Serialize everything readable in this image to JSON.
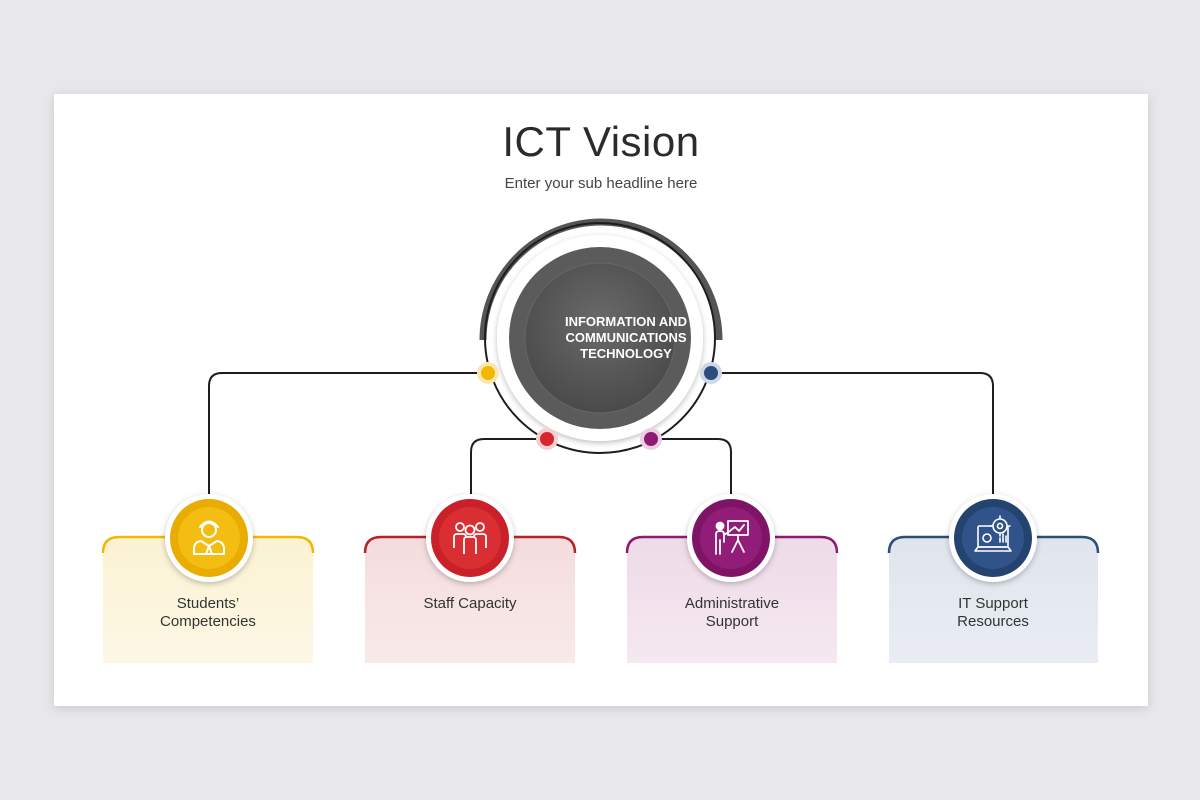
{
  "title": "ICT Vision",
  "subtitle": "Enter your sub headline here",
  "hub": {
    "label": "INFORMATION AND COMMUNICATIONS TECHNOLOGY"
  },
  "colors": {
    "yellow": "#f2b800",
    "red": "#d8262e",
    "purple": "#8e1a72",
    "blue": "#2d4d7f",
    "hub": "#555555"
  },
  "cards": [
    {
      "label": "Students’\nCompetencies",
      "color": "#f2b800",
      "icon": "student-icon"
    },
    {
      "label": "Staff Capacity",
      "color": "#d8262e",
      "icon": "team-icon"
    },
    {
      "label": "Administrative\nSupport",
      "color": "#8e1a72",
      "icon": "presenter-icon"
    },
    {
      "label": "IT Support\nResources",
      "color": "#2d4d7f",
      "icon": "monitor-gear-icon"
    }
  ]
}
